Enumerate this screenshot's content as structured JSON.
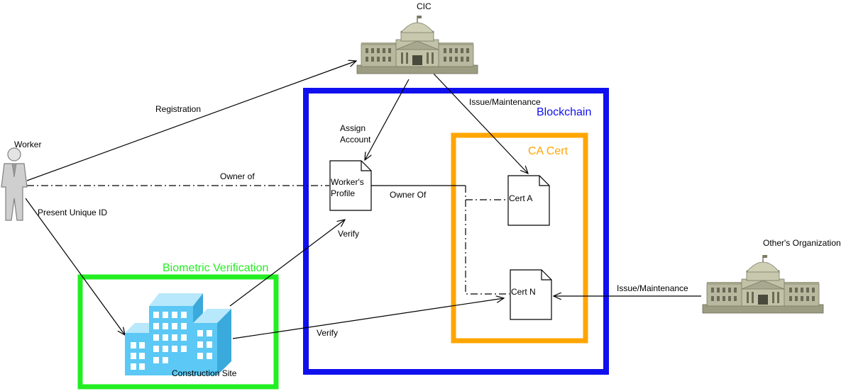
{
  "nodes": {
    "cic": "CIC",
    "worker": "Worker",
    "others_org": "Other's Organization",
    "construction_site": "Construction Site",
    "workers_profile_line1": "Worker's",
    "workers_profile_line2": "Profile",
    "cert_a": "Cert A",
    "cert_n": "Cert N"
  },
  "containers": {
    "blockchain": "Blockchain",
    "ca_cert": "CA Cert",
    "biometric": "Biometric Verification"
  },
  "edges": {
    "registration": "Registration",
    "issue_maintenance_cic": "Issue/Maintenance",
    "assign_account_line1": "Assign",
    "assign_account_line2": "Account",
    "owner_of_worker": "Owner of",
    "owner_of_profile": "Owner Of",
    "present_unique_id": "Present Unique ID",
    "verify_profile": "Verify",
    "verify_cert": "Verify",
    "issue_maintenance_other": "Issue/Maintenance"
  },
  "colors": {
    "blockchain": "#1010ee",
    "ca_cert": "#ffa500",
    "biometric": "#22ee22",
    "building": "#5bc8f5",
    "gov_building": "#b5b59a"
  }
}
